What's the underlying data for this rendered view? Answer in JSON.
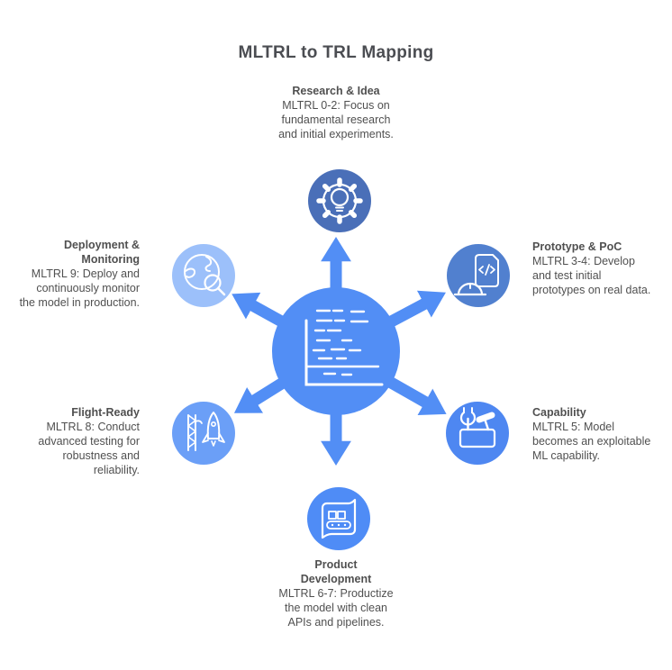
{
  "title": "MLTRL to TRL Mapping",
  "center": {
    "icon": "research-notes-chart-icon"
  },
  "colors": {
    "background": "#ffffff",
    "center_circle": "#528ef5",
    "arrow": "#528ef5",
    "icon_stroke": "#ffffff",
    "title_text": "#4b4d52",
    "body_text": "#505050"
  },
  "nodes": [
    {
      "id": "research-idea",
      "heading": "Research & Idea",
      "body": "MLTRL 0-2: Focus on fundamental research and initial experiments.",
      "icon": "gear-lightbulb-icon",
      "circle_color": "#4a6fb8"
    },
    {
      "id": "prototype-poc",
      "heading": "Prototype & PoC",
      "body": "MLTRL 3-4: Develop and test initial prototypes on real data.",
      "icon": "code-document-hardhat-icon",
      "circle_color": "#5180cf"
    },
    {
      "id": "capability",
      "heading": "Capability",
      "body": "MLTRL 5: Model becomes an exploitable ML capability.",
      "icon": "toolbox-icon",
      "circle_color": "#4e87f1"
    },
    {
      "id": "product-development",
      "heading": "Product Development",
      "body": "MLTRL 6-7: Productize the model with clean APIs and pipelines.",
      "icon": "conveyor-banner-icon",
      "circle_color": "#4f8cf6"
    },
    {
      "id": "flight-ready",
      "heading": "Flight-Ready",
      "body": "MLTRL 8: Conduct advanced testing for robustness and reliability.",
      "icon": "rocket-launchpad-icon",
      "circle_color": "#6b9ff7"
    },
    {
      "id": "deployment-monitoring",
      "heading": "Deployment & Monitoring",
      "body": "MLTRL 9: Deploy and continuously monitor the model in production.",
      "icon": "globe-magnifier-icon",
      "circle_color": "#9cc0fa"
    }
  ]
}
